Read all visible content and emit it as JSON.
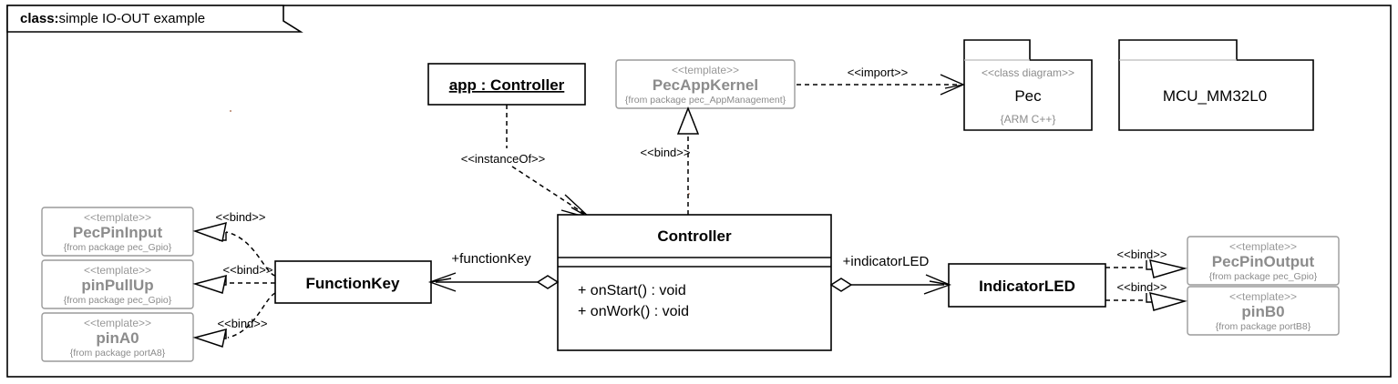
{
  "frame": {
    "keyword": "class:",
    "title": "simple IO-OUT example"
  },
  "classes": {
    "app_object": {
      "name": "app : Controller"
    },
    "controller": {
      "name": "Controller",
      "operations": [
        "+ onStart() : void",
        "+ onWork() : void"
      ]
    },
    "function_key": {
      "name": "FunctionKey"
    },
    "indicator_led": {
      "name": "IndicatorLED"
    }
  },
  "templates": {
    "pec_app_kernel": {
      "stereotype": "<<template>>",
      "name": "PecAppKernel",
      "from": "{from package pec_AppManagement}"
    },
    "pec_pin_input": {
      "stereotype": "<<template>>",
      "name": "PecPinInput",
      "from": "{from package pec_Gpio}"
    },
    "pin_pull_up": {
      "stereotype": "<<template>>",
      "name": "pinPullUp",
      "from": "{from package pec_Gpio}"
    },
    "pin_a0": {
      "stereotype": "<<template>>",
      "name": "pinA0",
      "from": "{from package portA8}"
    },
    "pec_pin_output": {
      "stereotype": "<<template>>",
      "name": "PecPinOutput",
      "from": "{from package pec_Gpio}"
    },
    "pin_b0": {
      "stereotype": "<<template>>",
      "name": "pinB0",
      "from": "{from package portB8}"
    }
  },
  "packages": {
    "pec": {
      "stereotype": "<<class diagram>>",
      "name": "Pec",
      "tag": "{ARM C++}"
    },
    "mcu": {
      "stereotype": "",
      "name": "MCU_MM32L0",
      "tag": ""
    }
  },
  "connectors": {
    "import": "<<import>>",
    "instance_of": "<<instanceOf>>",
    "bind_kernel": "<<bind>>",
    "bind_pec_pin_input": "<<bind>>",
    "bind_pin_pull_up": "<<bind>>",
    "bind_pin_a0": "<<bind>>",
    "bind_pec_pin_output": "<<bind>>",
    "bind_pin_b0": "<<bind>>",
    "assoc_function_key": "+functionKey",
    "assoc_indicator_led": "+indicatorLED"
  },
  "colors": {
    "template_gray": "#8c8c8c",
    "border_black": "#000000",
    "template_border": "#9a9a9a",
    "background": "#ffffff"
  }
}
